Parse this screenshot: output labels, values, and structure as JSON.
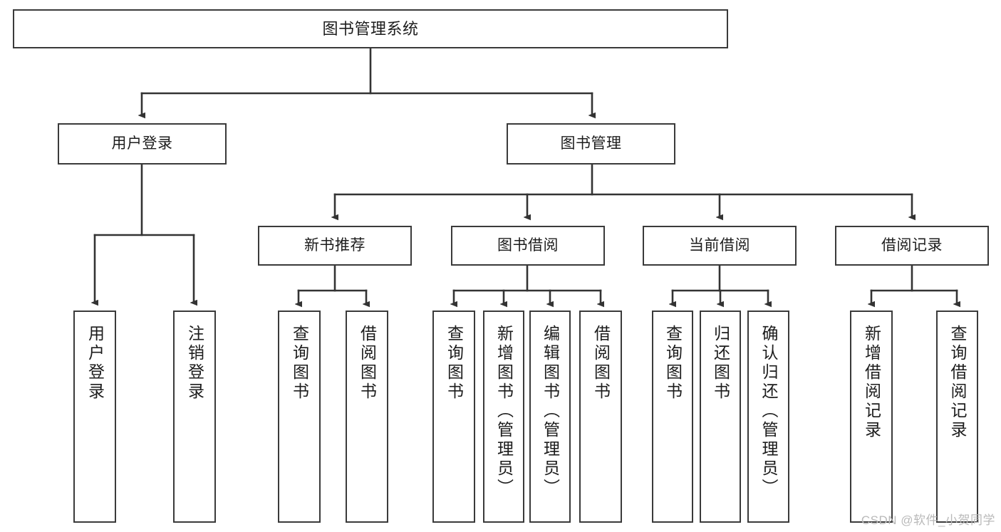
{
  "diagram": {
    "title": "图书管理系统",
    "type": "tree-hierarchy",
    "watermark": "CSDN @软件_小贺同学",
    "colors": {
      "box_border": "#3a3a3a",
      "box_fill": "#ffffff",
      "connector": "#333333",
      "text": "#1c1c1c",
      "watermark": "#b9b9b9"
    },
    "nodes": {
      "root": {
        "label": "图书管理系统",
        "level": 1,
        "orientation": "horizontal"
      },
      "l2": [
        {
          "id": "user-login",
          "label": "用户登录",
          "level": 2,
          "orientation": "horizontal"
        },
        {
          "id": "book-manage",
          "label": "图书管理",
          "level": 2,
          "orientation": "horizontal"
        }
      ],
      "l3": [
        {
          "id": "new-book-rec",
          "label": "新书推荐",
          "level": 3,
          "orientation": "horizontal",
          "parent": "book-manage"
        },
        {
          "id": "book-borrow",
          "label": "图书借阅",
          "level": 3,
          "orientation": "horizontal",
          "parent": "book-manage"
        },
        {
          "id": "current-borrow",
          "label": "当前借阅",
          "level": 3,
          "orientation": "horizontal",
          "parent": "book-manage"
        },
        {
          "id": "borrow-record",
          "label": "借阅记录",
          "level": 3,
          "orientation": "horizontal",
          "parent": "book-manage"
        }
      ],
      "leaves": [
        {
          "id": "leaf-user-login",
          "label": "用户登录",
          "parent": "user-login",
          "orientation": "vertical"
        },
        {
          "id": "leaf-logout",
          "label": "注销登录",
          "parent": "user-login",
          "orientation": "vertical"
        },
        {
          "id": "leaf-query-book-1",
          "label": "查询图书",
          "parent": "new-book-rec",
          "orientation": "vertical"
        },
        {
          "id": "leaf-borrow-book-1",
          "label": "借阅图书",
          "parent": "new-book-rec",
          "orientation": "vertical"
        },
        {
          "id": "leaf-query-book-2",
          "label": "查询图书",
          "parent": "book-borrow",
          "orientation": "vertical"
        },
        {
          "id": "leaf-add-book",
          "label": "新增图书（管理员）",
          "parent": "book-borrow",
          "orientation": "vertical"
        },
        {
          "id": "leaf-edit-book",
          "label": "编辑图书（管理员）",
          "parent": "book-borrow",
          "orientation": "vertical"
        },
        {
          "id": "leaf-borrow-book-2",
          "label": "借阅图书",
          "parent": "book-borrow",
          "orientation": "vertical"
        },
        {
          "id": "leaf-query-book-3",
          "label": "查询图书",
          "parent": "current-borrow",
          "orientation": "vertical"
        },
        {
          "id": "leaf-return-book",
          "label": "归还图书",
          "parent": "current-borrow",
          "orientation": "vertical"
        },
        {
          "id": "leaf-confirm-return",
          "label": "确认归还（管理员）",
          "parent": "current-borrow",
          "orientation": "vertical"
        },
        {
          "id": "leaf-add-record",
          "label": "新增借阅记录",
          "parent": "borrow-record",
          "orientation": "vertical"
        },
        {
          "id": "leaf-query-record",
          "label": "查询借阅记录",
          "parent": "borrow-record",
          "orientation": "vertical"
        }
      ]
    }
  }
}
